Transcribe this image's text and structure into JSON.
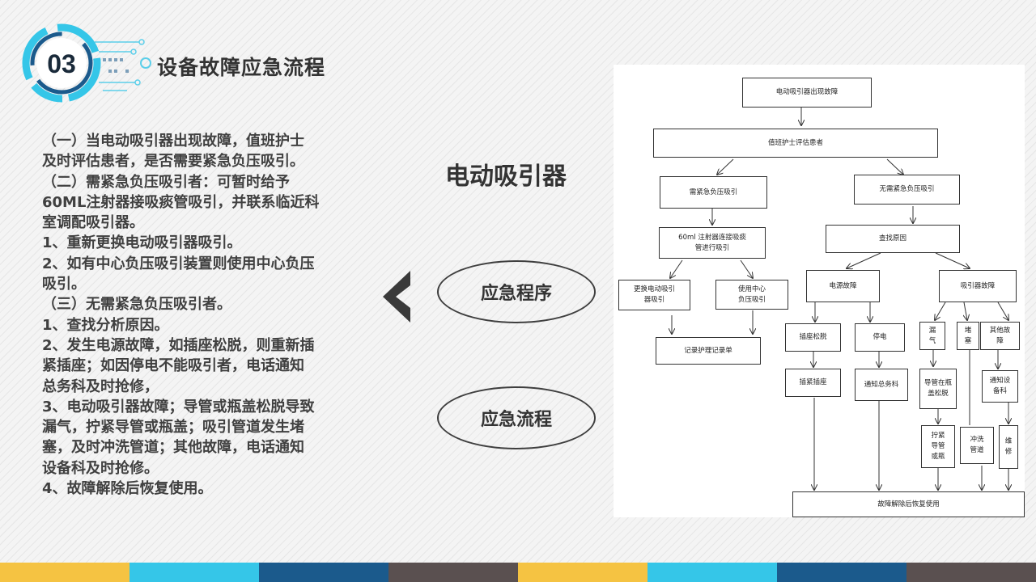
{
  "header": {
    "number": "03",
    "title": "设备故障应急流程"
  },
  "body_lines": [
    "（一）当电动吸引器出现故障，值班护士",
    "及时评估患者，是否需要紧急负压吸引。",
    "（二）需紧急负压吸引者：可暂时给予",
    "60ML注射器接吸痰管吸引，并联系临近科",
    "室调配吸引器。",
    "1、重新更换电动吸引器吸引。",
    "2、如有中心负压吸引装置则使用中心负压",
    "吸引。",
    "（三）无需紧急负压吸引者。",
    "1、查找分析原因。",
    "2、发生电源故障，如插座松脱，则重新插",
    "紧插座；如因停电不能吸引者，电话通知",
    "总务科及时抢修，",
    "3、电动吸引器故障；导管或瓶盖松脱导致",
    "漏气，拧紧导管或瓶盖；吸引管道发生堵",
    "塞，及时冲洗管道；其他故障，电话通知",
    "设备科及时抢修。",
    "4、故障解除后恢复使用。"
  ],
  "device_label": "电动吸引器",
  "ellipses": {
    "procedure": "应急程序",
    "flow": "应急流程"
  },
  "flowchart": {
    "start": "电动吸引器出现故障",
    "assess": "值班护士评估患者",
    "urgent": "需紧急负压吸引",
    "not_urgent": "无需紧急负压吸引",
    "syringe_line1": "60ml 注射器连接吸痰",
    "syringe_line2": "管进行吸引",
    "find_cause": "查找原因",
    "replace_line1": "更换电动吸引",
    "replace_line2": "器吸引",
    "central_line1": "使用中心",
    "central_line2": "负压吸引",
    "power_fault": "电源故障",
    "aspirator_fault": "吸引器故障",
    "record": "记录护理记录单",
    "plug_loose": "插座松脱",
    "outage": "停电",
    "leak_line1": "漏",
    "leak_line2": "气",
    "block_line1": "堵",
    "block_line2": "塞",
    "other_line1": "其他故",
    "other_line2": "障",
    "plug_tight": "插紧插座",
    "notify_general": "通知总务科",
    "tube_loose_line1": "导管在瓶",
    "tube_loose_line2": "盖松脱",
    "notify_equip_line1": "通知设",
    "notify_equip_line2": "备科",
    "tighten_line1": "拧紧",
    "tighten_line2": "导管",
    "tighten_line3": "或瓶",
    "flush_line1": "冲洗",
    "flush_line2": "管道",
    "repair_line1": "维",
    "repair_line2": "修",
    "resolved": "故障解除后恢复使用"
  },
  "colors": {
    "bar": [
      "#f5c342",
      "#35c6e8",
      "#1b5a8c",
      "#5a5050",
      "#f5c342",
      "#35c6e8",
      "#1b5a8c",
      "#5a5050"
    ],
    "badge_blue": "#1b5a8c",
    "badge_cyan": "#35c6e8",
    "text": "#404040"
  }
}
